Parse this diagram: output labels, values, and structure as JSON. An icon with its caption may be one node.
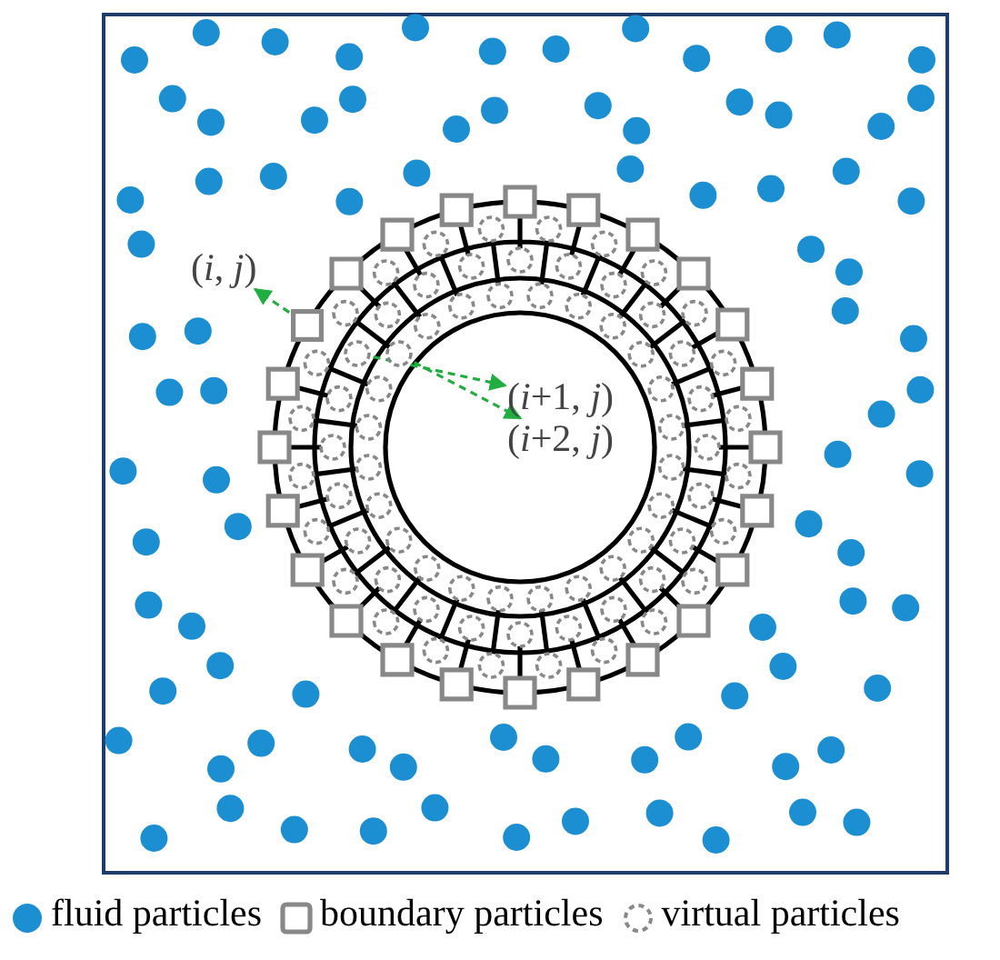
{
  "diagram": {
    "nodes": [
      {
        "text": [
          "(*i*, *j*)"
        ]
      },
      {
        "text": [
          "(*i*+1, *j*)"
        ]
      },
      {
        "text": [
          "(*i*+2, *j*)"
        ]
      },
      {
        "text": [],
        "shape": "box"
      },
      {
        "text": [],
        "shape": "circle"
      },
      {
        "text": [],
        "shape": "circle"
      }
    ],
    "edges": [
      {
        "from": 3,
        "to": 0,
        "arrow": "to",
        "style": "dashed"
      },
      {
        "from": 4,
        "to": 1,
        "arrow": "to",
        "style": "dashed"
      },
      {
        "from": 5,
        "to": 2,
        "arrow": "to",
        "style": "dashed"
      }
    ],
    "legend": [
      {
        "text": "fluid particles",
        "color": "#1b8fd2"
      },
      {
        "text": "boundary particles"
      },
      {
        "text": "virtual particles"
      }
    ]
  }
}
